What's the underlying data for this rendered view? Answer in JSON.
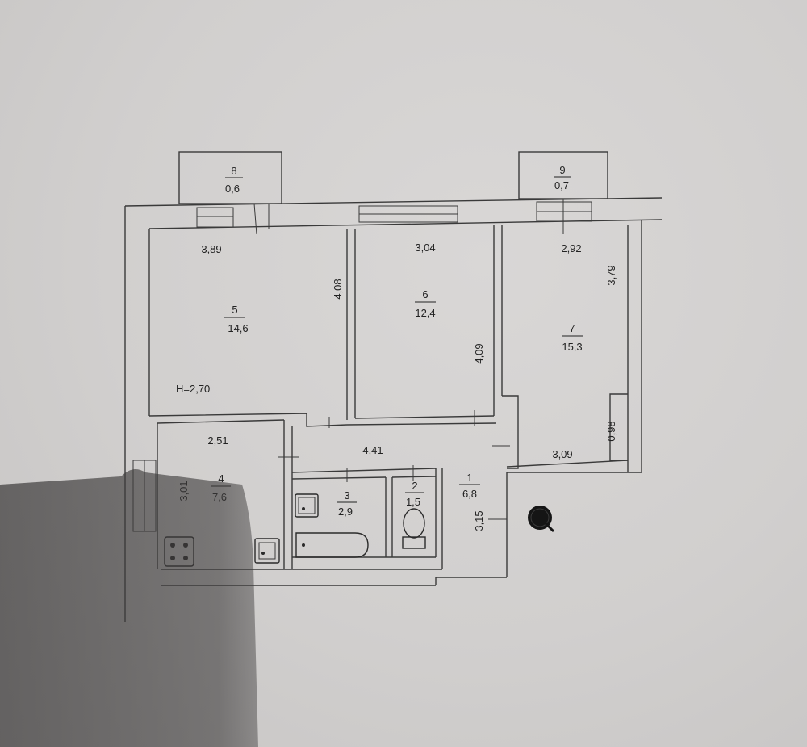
{
  "plan": {
    "height_note": "H=2,70",
    "rooms": [
      {
        "id": "r8",
        "number": "8",
        "area": "0,6"
      },
      {
        "id": "r9",
        "number": "9",
        "area": "0,7"
      },
      {
        "id": "r5",
        "number": "5",
        "area": "14,6"
      },
      {
        "id": "r6",
        "number": "6",
        "area": "12,4"
      },
      {
        "id": "r7",
        "number": "7",
        "area": "15,3"
      },
      {
        "id": "r4",
        "number": "4",
        "area": "7,6"
      },
      {
        "id": "r3",
        "number": "3",
        "area": "2,9"
      },
      {
        "id": "r2",
        "number": "2",
        "area": "1,5"
      },
      {
        "id": "r1",
        "number": "1",
        "area": "6,8"
      }
    ],
    "dimensions": {
      "d389": "3,89",
      "d304": "3,04",
      "d292": "2,92",
      "d408": "4,08",
      "d409": "4,09",
      "d379": "3,79",
      "d251": "2,51",
      "d441": "4,41",
      "d301": "3,01",
      "d315": "3,15",
      "d309": "3,09",
      "d098": "0,98"
    },
    "colors": {
      "paper": "#d3d1d0",
      "ink": "#2f2f2f",
      "shadow": "#3d3b3b"
    },
    "icons": [
      "stove-icon",
      "sink-icon",
      "bathtub-icon",
      "toilet-icon",
      "stamp-icon"
    ]
  }
}
